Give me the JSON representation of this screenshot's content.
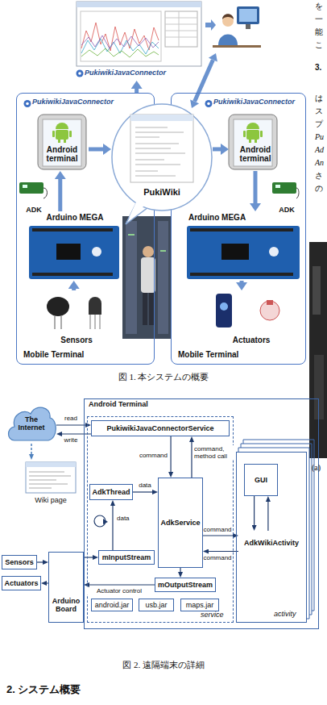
{
  "diagram": {
    "nodes": [
      {
        "text": [
          "PukiwikiJavaConnector"
        ]
      },
      {
        "text": [
          "Mobile Terminal"
        ]
      },
      {
        "text": [
          "PukiwikiJavaConnector"
        ],
        "in": 1
      },
      {
        "text": [
          "Android terminal"
        ],
        "in": 1
      },
      {
        "text": [
          "ADK"
        ],
        "in": 1
      },
      {
        "text": [
          "Arduino MEGA"
        ],
        "in": 1
      },
      {
        "text": [
          "Sensors"
        ],
        "in": 1
      },
      {
        "text": [
          "Mobile Terminal"
        ]
      },
      {
        "text": [
          "PukiwikiJavaConnector"
        ],
        "in": 7
      },
      {
        "text": [
          "Android terminal"
        ],
        "in": 7
      },
      {
        "text": [
          "ADK"
        ],
        "in": 7
      },
      {
        "text": [
          "Arduino MEGA"
        ],
        "in": 7
      },
      {
        "text": [
          "Actuators"
        ],
        "in": 7
      },
      {
        "text": [
          "PukiWiki"
        ]
      },
      {
        "text": [
          "The Internet"
        ]
      },
      {
        "text": [
          "Wiki page"
        ]
      },
      {
        "text": [
          "Sensors"
        ]
      },
      {
        "text": [
          "Actuators"
        ]
      },
      {
        "text": [
          "Arduino Board"
        ]
      },
      {
        "text": [
          "Android Terminal"
        ]
      },
      {
        "text": [
          "service"
        ],
        "in": 19
      },
      {
        "text": [
          "PukiwikiJavaConnectorService"
        ],
        "in": 20
      },
      {
        "text": [
          "AdkThread"
        ],
        "in": 20
      },
      {
        "text": [
          "AdkService"
        ],
        "in": 20
      },
      {
        "text": [
          "mInputStream"
        ],
        "in": 20
      },
      {
        "text": [
          "mOutputStream"
        ],
        "in": 20
      },
      {
        "text": [
          "android.jar"
        ],
        "in": 20
      },
      {
        "text": [
          "usb.jar"
        ],
        "in": 20
      },
      {
        "text": [
          "maps.jar"
        ],
        "in": 20
      },
      {
        "text": [
          "activity"
        ],
        "in": 19
      },
      {
        "text": [
          "GUI"
        ],
        "in": 29
      },
      {
        "text": [
          "AdkWikiActivity"
        ],
        "in": 29
      }
    ],
    "edges": [
      {
        "from": 1,
        "to": 0,
        "arrow": "to"
      },
      {
        "from": 6,
        "to": 5,
        "arrow": "to"
      },
      {
        "from": 5,
        "to": 3,
        "arrow": "to"
      },
      {
        "from": 3,
        "to": 13,
        "arrow": "to"
      },
      {
        "from": 13,
        "to": 9,
        "arrow": "to"
      },
      {
        "from": 9,
        "to": 11,
        "arrow": "to"
      },
      {
        "from": 11,
        "to": 12,
        "arrow": "to"
      },
      {
        "from": 14,
        "to": 21,
        "arrow": "to",
        "label": "read"
      },
      {
        "from": 21,
        "to": 14,
        "arrow": "to",
        "label": "write"
      },
      {
        "from": 14,
        "to": 15,
        "arrow": "to"
      },
      {
        "from": 21,
        "to": 23,
        "arrow": "to",
        "label": "command"
      },
      {
        "from": 23,
        "to": 21,
        "arrow": "to",
        "label": "command, method call"
      },
      {
        "from": 22,
        "to": 23,
        "arrow": "to",
        "label": "data"
      },
      {
        "from": 24,
        "to": 22,
        "arrow": "to",
        "label": "data"
      },
      {
        "from": 16,
        "to": 18,
        "arrow": "to"
      },
      {
        "from": 18,
        "to": 17,
        "arrow": "to"
      },
      {
        "from": 18,
        "to": 24,
        "arrow": "to"
      },
      {
        "from": 25,
        "to": 18,
        "arrow": "to",
        "label": "Actuator control"
      },
      {
        "from": 23,
        "to": 25,
        "arrow": "to"
      },
      {
        "from": 23,
        "to": 31,
        "arrow": "to",
        "label": "command"
      },
      {
        "from": 31,
        "to": 23,
        "arrow": "to",
        "label": "command"
      },
      {
        "from": 30,
        "to": 31,
        "arrow": "to"
      },
      {
        "from": 31,
        "to": 30,
        "arrow": "to"
      }
    ],
    "labels": [
      "図 1. 本システムの概要",
      "図 2. 遠隔端末の詳細",
      "2. システム概要",
      "を",
      "一",
      "能",
      "こ",
      "3.",
      "は",
      "ス",
      "プ",
      "Pu",
      "Ad",
      "An",
      "さ",
      "の",
      "(a)"
    ]
  }
}
